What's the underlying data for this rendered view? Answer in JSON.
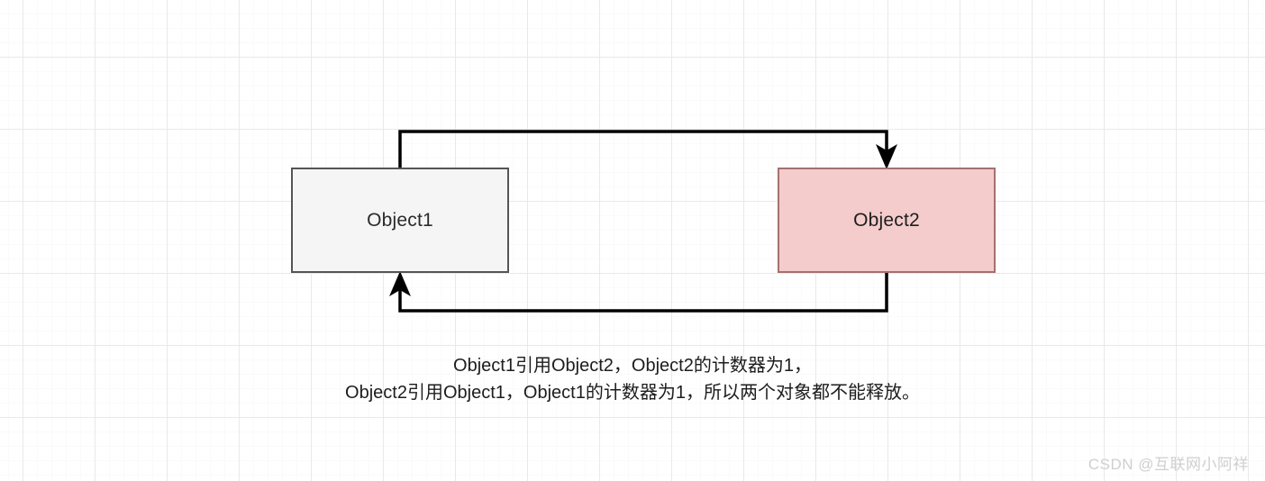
{
  "diagram": {
    "title": "Reference counting cycle diagram",
    "background": {
      "type": "grid-canvas",
      "minor_grid_color": "#fafafa",
      "major_grid_color": "#e9e9e9",
      "page_color": "#ffffff"
    },
    "nodes": [
      {
        "id": "object1",
        "label": "Object1",
        "fill": "#f5f5f5",
        "stroke": "#555555",
        "text_color": "#2b2b2b"
      },
      {
        "id": "object2",
        "label": "Object2",
        "fill": "#f4cccc",
        "stroke": "#a5706f",
        "text_color": "#1d1d1d"
      }
    ],
    "edges": [
      {
        "id": "edge-object1-to-object2",
        "from": "object1",
        "to": "object2",
        "routing": "top-orthogonal",
        "arrowhead": "filled-block",
        "stroke": "#000000"
      },
      {
        "id": "edge-object2-to-object1",
        "from": "object2",
        "to": "object1",
        "routing": "bottom-orthogonal",
        "arrowhead": "filled-block",
        "stroke": "#000000"
      }
    ],
    "caption": {
      "line1": "Object1引用Object2，Object2的计数器为1，",
      "line2": "Object2引用Object1，Object1的计数器为1，所以两个对象都不能释放。",
      "color": "#1d1d1d"
    },
    "watermark": {
      "text": "CSDN @互联网小阿祥",
      "color": "#cfcfcf"
    }
  }
}
